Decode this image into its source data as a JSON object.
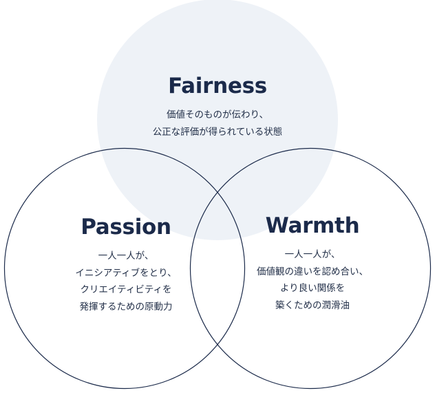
{
  "colors": {
    "fairness_fill": "#eef2f7",
    "circle_stroke": "#1b2a4a",
    "title_text": "#1b2a4a",
    "body_text": "#233049"
  },
  "fairness": {
    "title": "Fairness",
    "lines": [
      "価値そのものが伝わり、",
      "公正な評価が得られている状態"
    ]
  },
  "passion": {
    "title": "Passion",
    "lines": [
      "一人一人が、",
      "イニシアティブをとり、",
      "クリエイティビティを",
      "発揮するための原動力"
    ]
  },
  "warmth": {
    "title": "Warmth",
    "lines": [
      "一人一人が、",
      "価値観の違いを認め合い、",
      "より良い関係を",
      "築くための潤滑油"
    ]
  }
}
